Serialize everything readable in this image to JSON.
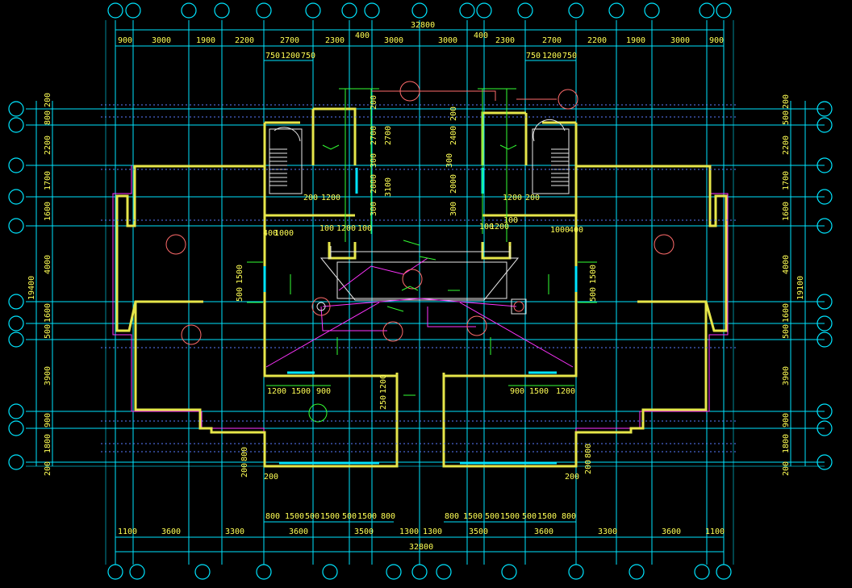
{
  "top_dims": {
    "overall": "32800",
    "row1": [
      "900",
      "3000",
      "1900",
      "2200",
      "2700",
      "2300",
      "3000",
      "3000",
      "2300",
      "2700",
      "2200",
      "1900",
      "3000",
      "900"
    ],
    "stair_left": [
      "750",
      "1200",
      "750"
    ],
    "stair_right": [
      "750",
      "1200",
      "750"
    ],
    "center_small": [
      "400",
      "400"
    ]
  },
  "bottom_dims": {
    "overall": "32800",
    "row_windows_left": [
      "800",
      "1500",
      "500",
      "1500",
      "500",
      "1500",
      "800"
    ],
    "row_windows_right": [
      "800",
      "1500",
      "500",
      "1500",
      "500",
      "1500",
      "800"
    ],
    "row_main": [
      "1100",
      "3600",
      "3300",
      "3600",
      "3500",
      "1300",
      "1300",
      "3500",
      "3600",
      "3300",
      "3600",
      "1100"
    ]
  },
  "left_dims": {
    "overall": "19400",
    "segments": [
      "200",
      "800",
      "2200",
      "1700",
      "1600",
      "4000",
      "1600",
      "500",
      "3900",
      "900",
      "1800",
      "200"
    ]
  },
  "right_dims": {
    "overall": "19100",
    "segments": [
      "200",
      "500",
      "2200",
      "1700",
      "1600",
      "4000",
      "1600",
      "500",
      "3900",
      "900",
      "1800",
      "200"
    ]
  },
  "inner_labels": {
    "stair_left": [
      "200",
      "1200"
    ],
    "stair_right": [
      "1200",
      "200"
    ],
    "core_left": [
      "400",
      "1000",
      "100",
      "1200",
      "100"
    ],
    "core_right": [
      "100",
      "1200",
      "100",
      "1000",
      "400"
    ],
    "shaft_left_v": [
      "200",
      "2700",
      "2700",
      "300",
      "2000",
      "3100",
      "300"
    ],
    "shaft_right_v": [
      "200",
      "2400",
      "300",
      "2000",
      "300"
    ],
    "living_left_v": [
      "500",
      "1500"
    ],
    "living_right_v": [
      "500",
      "1500"
    ],
    "balcony_left": [
      "1200",
      "1500",
      "900"
    ],
    "balcony_right": [
      "900",
      "1500",
      "1200"
    ],
    "center_bottom_v": [
      "250",
      "1200"
    ],
    "corner_left": [
      "200",
      "800",
      "200"
    ],
    "corner_right": [
      "200",
      "800",
      "200"
    ]
  },
  "colors": {
    "background": "#000000",
    "axis": "#00e5ff",
    "dimension_text": "#ffff55",
    "wall": "#e6e64a",
    "outline": "#ff33ff",
    "annotation": "#33ff33",
    "fixture": "#ff6b6b"
  }
}
